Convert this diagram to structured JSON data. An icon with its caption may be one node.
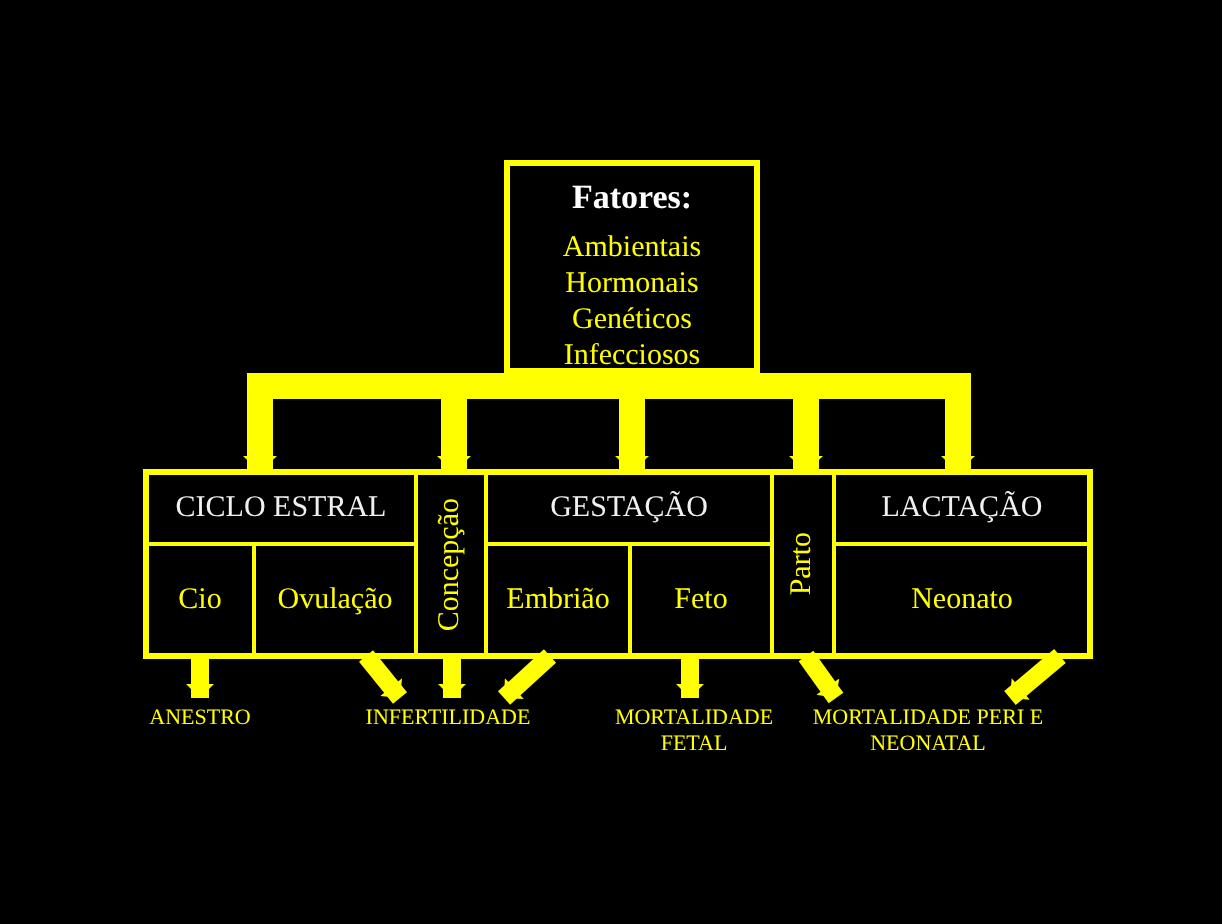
{
  "diagram": {
    "nodes": [
      {
        "text": [
          "Fatores:",
          "Ambientais Hormonais Genéticos Infecciosos"
        ]
      },
      {
        "text": [
          "CICLO ESTRAL"
        ]
      },
      {
        "text": [
          "Cio"
        ]
      },
      {
        "text": [
          "Ovulação"
        ]
      },
      {
        "text": [
          "Concepção"
        ]
      },
      {
        "text": [
          "GESTAÇÃO"
        ]
      },
      {
        "text": [
          "Embrião"
        ]
      },
      {
        "text": [
          "Feto"
        ]
      },
      {
        "text": [
          "Parto"
        ]
      },
      {
        "text": [
          "LACTAÇÃO"
        ]
      },
      {
        "text": [
          "Neonato"
        ]
      },
      {
        "text": [
          "ANESTRO"
        ]
      },
      {
        "text": [
          "INFERTILIDADE"
        ]
      },
      {
        "text": [
          "MORTALIDADE FETAL"
        ]
      },
      {
        "text": [
          "MORTALIDADE PERI E NEONATAL"
        ]
      }
    ],
    "edges": [
      {
        "from": 0,
        "to": 1,
        "arrow": "to"
      },
      {
        "from": 0,
        "to": 4,
        "arrow": "to"
      },
      {
        "from": 0,
        "to": 5,
        "arrow": "to"
      },
      {
        "from": 0,
        "to": 8,
        "arrow": "to"
      },
      {
        "from": 0,
        "to": 9,
        "arrow": "to"
      },
      {
        "from": 2,
        "to": 11,
        "arrow": "to"
      },
      {
        "from": 3,
        "to": 12,
        "arrow": "to"
      },
      {
        "from": 4,
        "to": 12,
        "arrow": "to"
      },
      {
        "from": 6,
        "to": 12,
        "arrow": "to"
      },
      {
        "from": 7,
        "to": 13,
        "arrow": "to"
      },
      {
        "from": 8,
        "to": 14,
        "arrow": "to"
      },
      {
        "from": 10,
        "to": 14,
        "arrow": "to"
      }
    ]
  }
}
